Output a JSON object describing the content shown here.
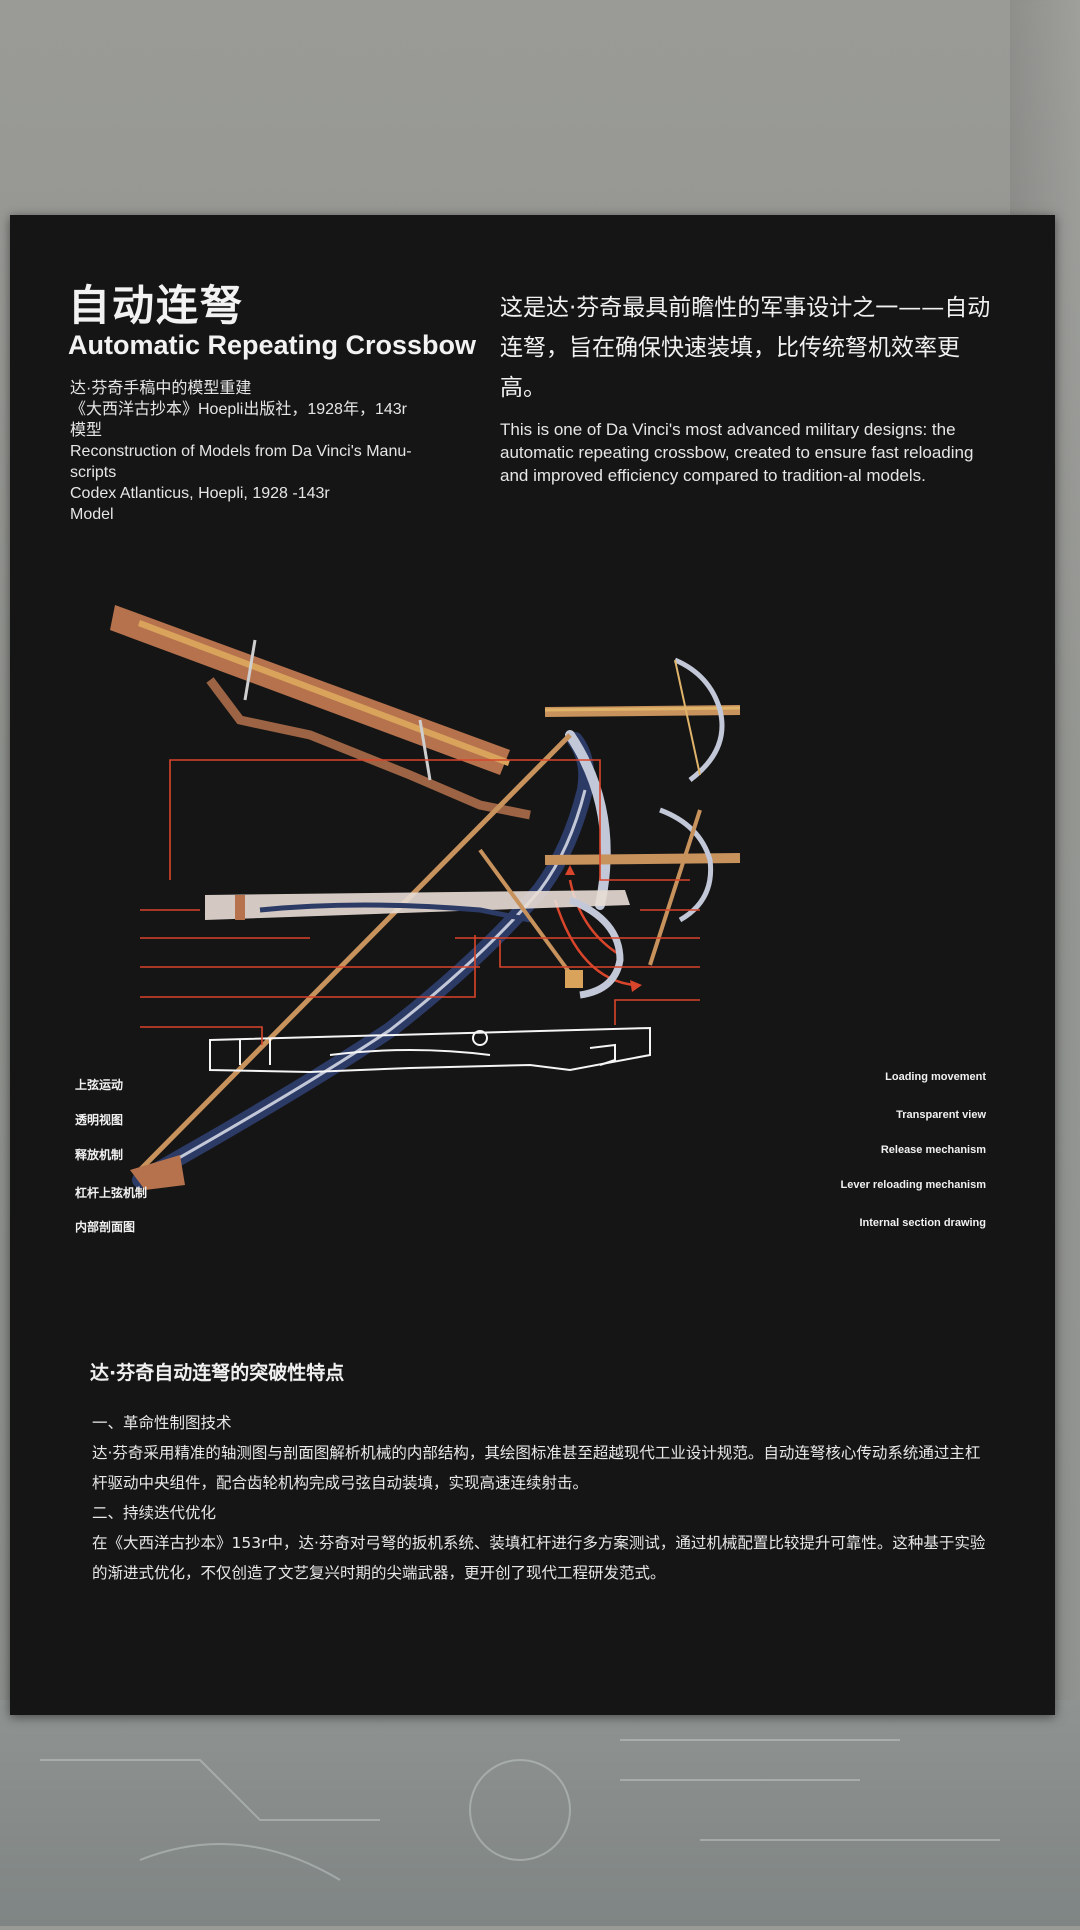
{
  "title_cn": "自动连弩",
  "title_en": "Automatic Repeating Crossbow",
  "meta_lines": [
    "达·芬奇手稿中的模型重建",
    "《大西洋古抄本》Hoepli出版社，1928年，143r",
    "模型",
    "Reconstruction of Models from Da Vinci's Manu-",
    "scripts",
    "Codex Atlanticus, Hoepli, 1928 -143r",
    "Model"
  ],
  "intro_cn": "这是达·芬奇最具前瞻性的军事设计之一——自动连弩，旨在确保快速装填，比传统弩机效率更高。",
  "intro_en": "This is one of  Da Vinci's most advanced military designs: the automatic repeating crossbow, created to ensure fast reloading and improved efficiency compared to tradition-al models.",
  "labels_cn": [
    "上弦运动",
    "透明视图",
    "释放机制",
    "杠杆上弦机制",
    "内部剖面图"
  ],
  "labels_en": [
    "Loading movement",
    "Transparent view",
    "Release mechanism",
    "Lever reloading mechanism",
    "Internal section drawing"
  ],
  "features": {
    "title": "达·芬奇自动连弩的突破性特点",
    "heading1": "一、革命性制图技术",
    "para1": "达·芬奇采用精准的轴测图与剖面图解析机械的内部结构，其绘图标准甚至超越现代工业设计规范。自动连弩核心传动系统通过主杠杆驱动中央组件，配合齿轮机构完成弓弦自动装填，实现高速连续射击。",
    "heading2": "二、持续迭代优化",
    "para2": "在《大西洋古抄本》153r中，达·芬奇对弓弩的扳机系统、装填杠杆进行多方案测试，通过机械配置比较提升可靠性。这种基于实验的渐进式优化，不仅创造了文艺复兴时期的尖端武器，更开创了现代工程研发范式。"
  },
  "colors": {
    "board": "#151515",
    "accent_line": "#d9452b",
    "wood": "#b5724d",
    "bow_steel": "#2c3a66",
    "wall": "#929490"
  }
}
